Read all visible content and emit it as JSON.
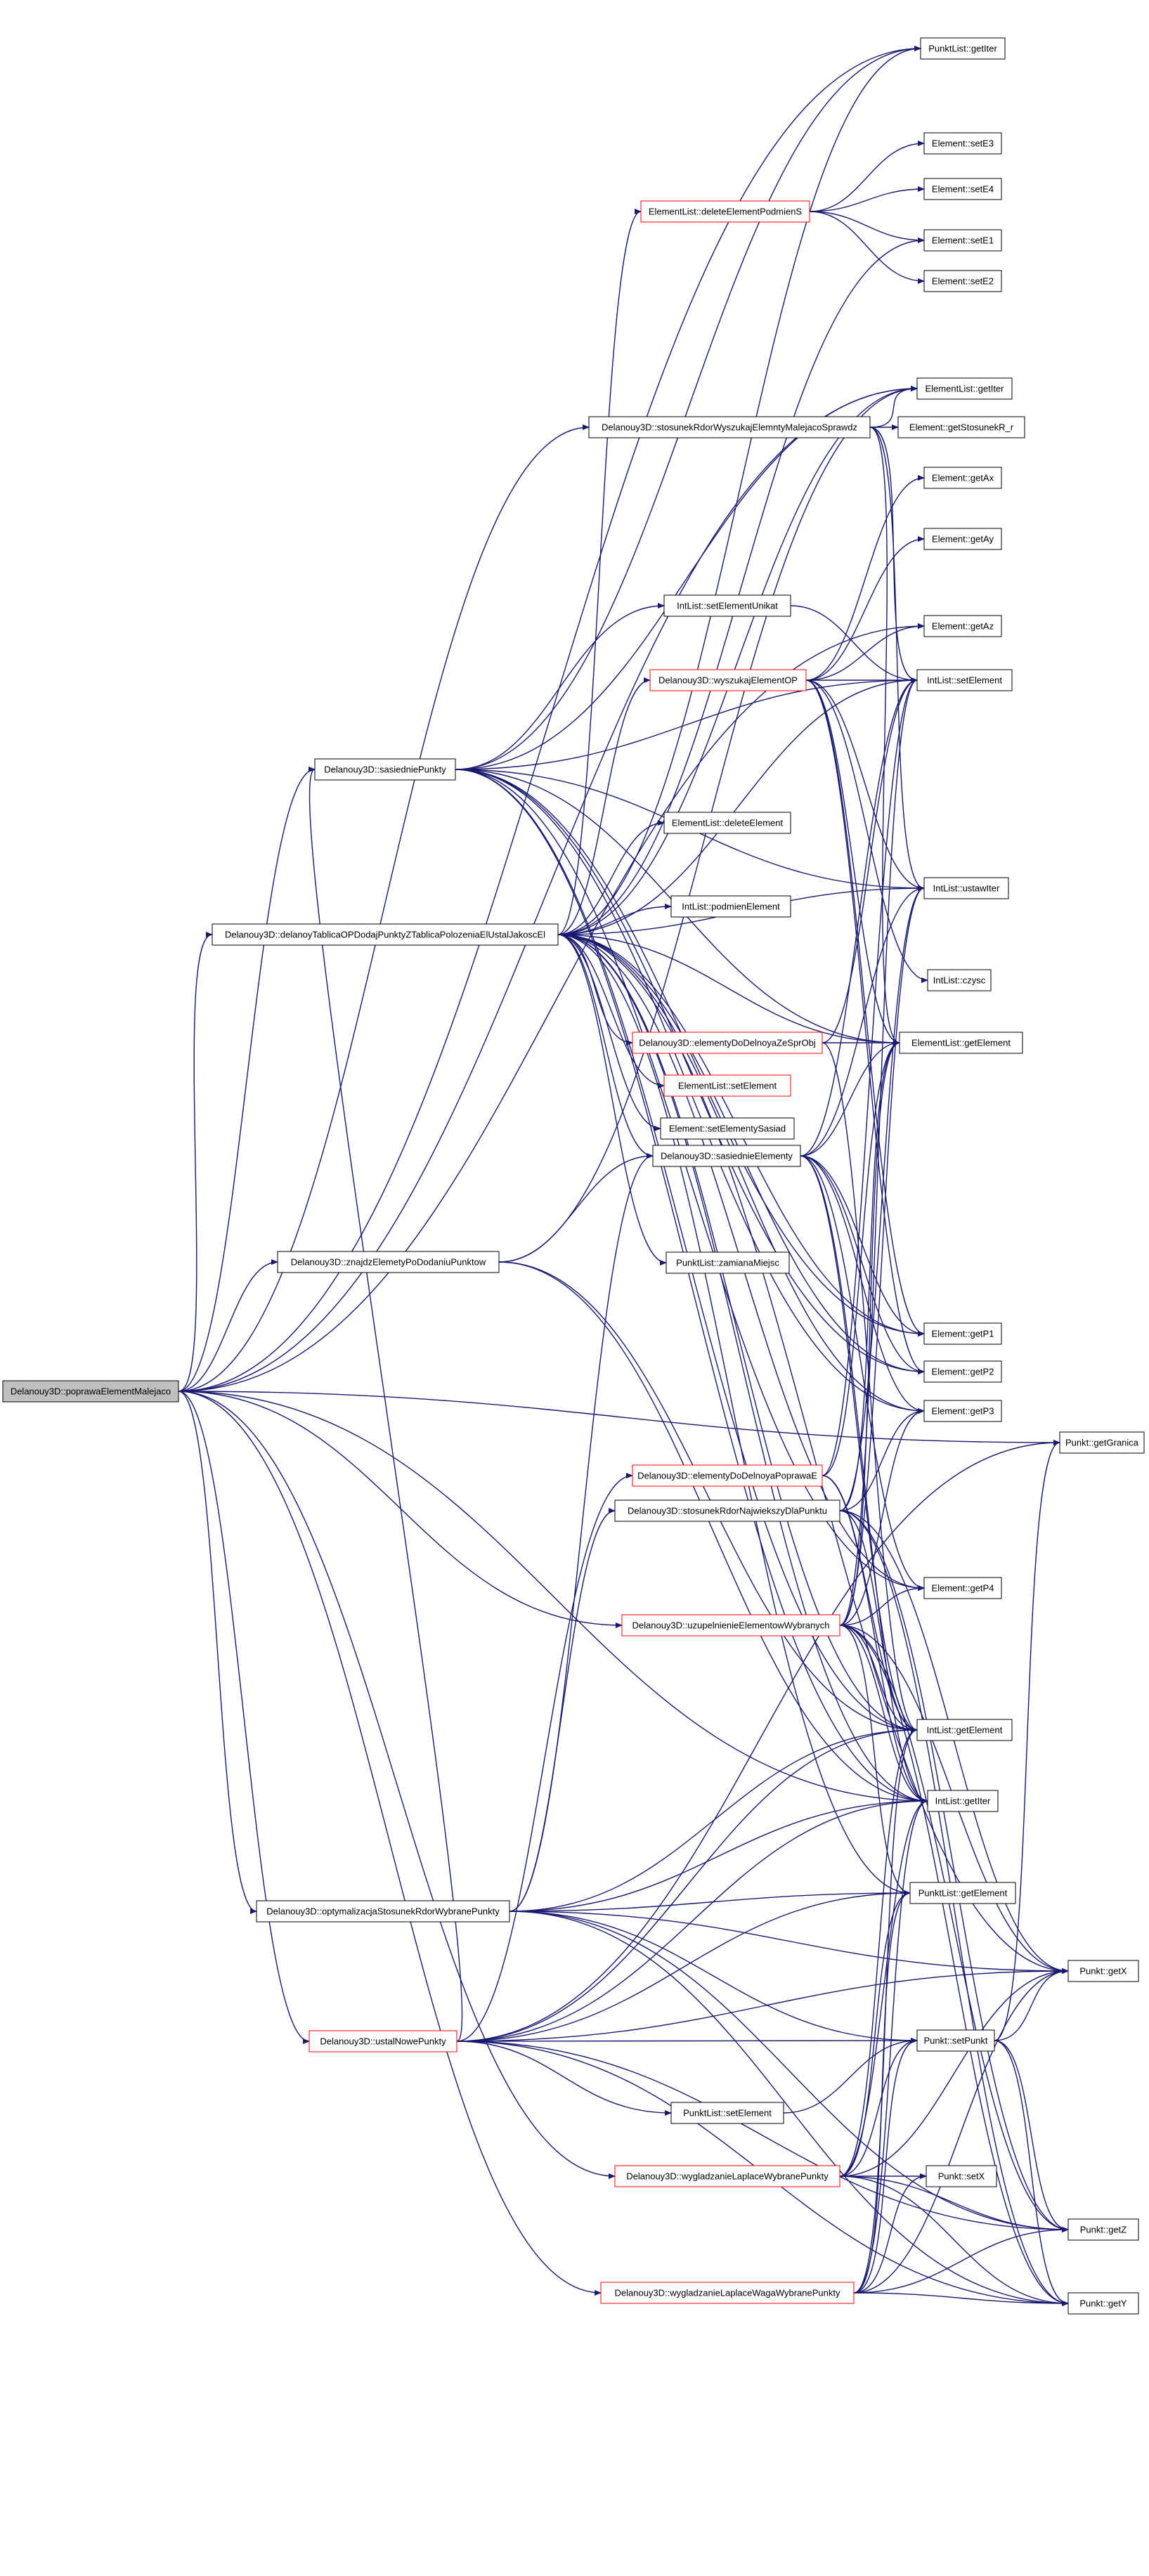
{
  "nodes": [
    {
      "id": "root",
      "label": "Delanouy3D::poprawaElementMalejaco",
      "root": true
    },
    {
      "id": "PunktList_getIter",
      "label": "PunktList::getIter"
    },
    {
      "id": "Element_setE3",
      "label": "Element::setE3"
    },
    {
      "id": "Element_setE4",
      "label": "Element::setE4"
    },
    {
      "id": "ElementList_deleteElementPodmienS",
      "label": "ElementList::deleteElementPodmienS",
      "red": true
    },
    {
      "id": "Element_setE1",
      "label": "Element::setE1"
    },
    {
      "id": "Element_setE2",
      "label": "Element::setE2"
    },
    {
      "id": "ElementList_getIter",
      "label": "ElementList::getIter"
    },
    {
      "id": "D_stosunekRdorWyszukajElemntyMalejacoSprawdz",
      "label": "Delanouy3D::stosunekRdorWyszukajElemntyMalejacoSprawdz"
    },
    {
      "id": "Element_getStosunekR_r",
      "label": "Element::getStosunekR_r"
    },
    {
      "id": "Element_getAx",
      "label": "Element::getAx"
    },
    {
      "id": "Element_getAy",
      "label": "Element::getAy"
    },
    {
      "id": "IntList_setElementUnikat",
      "label": "IntList::setElementUnikat"
    },
    {
      "id": "Element_getAz",
      "label": "Element::getAz"
    },
    {
      "id": "D_wyszukajElementOP",
      "label": "Delanouy3D::wyszukajElementOP",
      "red": true
    },
    {
      "id": "IntList_setElement",
      "label": "IntList::setElement"
    },
    {
      "id": "D_sasiedniePunkty",
      "label": "Delanouy3D::sasiedniePunkty"
    },
    {
      "id": "ElementList_deleteElement",
      "label": "ElementList::deleteElement"
    },
    {
      "id": "IntList_ustawIter",
      "label": "IntList::ustawIter"
    },
    {
      "id": "D_delanoyTablicaOPDodajPunktyZTablicaPolozeniaElUstalJakoscEl",
      "label": "Delanouy3D::delanoyTablicaOPDodajPunktyZTablicaPolozeniaElUstalJakoscEl"
    },
    {
      "id": "IntList_podmienElement",
      "label": "IntList::podmienElement"
    },
    {
      "id": "IntList_czysc",
      "label": "IntList::czysc"
    },
    {
      "id": "D_elementyDoDelnoyaZeSprObj",
      "label": "Delanouy3D::elementyDoDelnoyaZeSprObj",
      "red": true
    },
    {
      "id": "ElementList_getElement",
      "label": "ElementList::getElement"
    },
    {
      "id": "ElementList_setElement",
      "label": "ElementList::setElement",
      "red": true
    },
    {
      "id": "Element_setElementySasiad",
      "label": "Element::setElementySasiad"
    },
    {
      "id": "D_sasiednieElementy",
      "label": "Delanouy3D::sasiednieElementy"
    },
    {
      "id": "D_znajdzElemetyPoDodaniuPunktow",
      "label": "Delanouy3D::znajdzElemetyPoDodaniuPunktow"
    },
    {
      "id": "PunktList_zamianaMiejsc",
      "label": "PunktList::zamianaMiejsc"
    },
    {
      "id": "Element_getP1",
      "label": "Element::getP1"
    },
    {
      "id": "Element_getP2",
      "label": "Element::getP2"
    },
    {
      "id": "Element_getP3",
      "label": "Element::getP3"
    },
    {
      "id": "Punkt_getGranica",
      "label": "Punkt::getGranica"
    },
    {
      "id": "D_elementyDoDelnoyaPoprawaE",
      "label": "Delanouy3D::elementyDoDelnoyaPoprawaE",
      "red": true
    },
    {
      "id": "D_stosunekRdorNajwiekszyDlaPunktu",
      "label": "Delanouy3D::stosunekRdorNajwiekszyDlaPunktu"
    },
    {
      "id": "Element_getP4",
      "label": "Element::getP4"
    },
    {
      "id": "D_uzupelnienieElementowWybranych",
      "label": "Delanouy3D::uzupelnienieElementowWybranych",
      "red": true
    },
    {
      "id": "IntList_getElement",
      "label": "IntList::getElement"
    },
    {
      "id": "IntList_getIter",
      "label": "IntList::getIter"
    },
    {
      "id": "PunktList_getElement",
      "label": "PunktList::getElement"
    },
    {
      "id": "D_optymalizacjaStosunekRdorWybranePunkty",
      "label": "Delanouy3D::optymalizacjaStosunekRdorWybranePunkty"
    },
    {
      "id": "Punkt_getX",
      "label": "Punkt::getX"
    },
    {
      "id": "D_ustalNowePunkty",
      "label": "Delanouy3D::ustalNowePunkty",
      "red": true
    },
    {
      "id": "Punkt_setPunkt",
      "label": "Punkt::setPunkt"
    },
    {
      "id": "PunktList_setElement",
      "label": "PunktList::setElement"
    },
    {
      "id": "D_wygladzanieLaplaceWybranePunkty",
      "label": "Delanouy3D::wygladzanieLaplaceWybranePunkty",
      "red": true
    },
    {
      "id": "Punkt_setX",
      "label": "Punkt::setX"
    },
    {
      "id": "Punkt_getZ",
      "label": "Punkt::getZ"
    },
    {
      "id": "D_wygladzanieLaplaceWagaWybranePunkty",
      "label": "Delanouy3D::wygladzanieLaplaceWagaWybranePunkty",
      "red": true
    },
    {
      "id": "Punkt_getY",
      "label": "Punkt::getY"
    }
  ],
  "edges": [
    [
      "root",
      "PunktList_getIter"
    ],
    [
      "root",
      "ElementList_getIter"
    ],
    [
      "root",
      "D_stosunekRdorWyszukajElemntyMalejacoSprawdz"
    ],
    [
      "root",
      "Element_getAz"
    ],
    [
      "root",
      "D_sasiedniePunkty"
    ],
    [
      "root",
      "D_delanoyTablicaOPDodajPunktyZTablicaPolozeniaElUstalJakoscEl"
    ],
    [
      "root",
      "D_znajdzElemetyPoDodaniuPunktow"
    ],
    [
      "root",
      "Punkt_getGranica"
    ],
    [
      "root",
      "D_uzupelnienieElementowWybranych"
    ],
    [
      "root",
      "IntList_getIter"
    ],
    [
      "root",
      "D_optymalizacjaStosunekRdorWybranePunkty"
    ],
    [
      "root",
      "D_ustalNowePunkty"
    ],
    [
      "root",
      "D_wygladzanieLaplaceWybranePunkty"
    ],
    [
      "root",
      "D_wygladzanieLaplaceWagaWybranePunkty"
    ],
    [
      "ElementList_deleteElementPodmienS",
      "Element_setE3"
    ],
    [
      "ElementList_deleteElementPodmienS",
      "Element_setE4"
    ],
    [
      "ElementList_deleteElementPodmienS",
      "Element_setE1"
    ],
    [
      "ElementList_deleteElementPodmienS",
      "Element_setE2"
    ],
    [
      "D_stosunekRdorWyszukajElemntyMalejacoSprawdz",
      "ElementList_getIter"
    ],
    [
      "D_stosunekRdorWyszukajElemntyMalejacoSprawdz",
      "Element_getStosunekR_r"
    ],
    [
      "D_stosunekRdorWyszukajElemntyMalejacoSprawdz",
      "IntList_setElement"
    ],
    [
      "D_stosunekRdorWyszukajElemntyMalejacoSprawdz",
      "IntList_ustawIter"
    ],
    [
      "D_stosunekRdorWyszukajElemntyMalejacoSprawdz",
      "ElementList_getElement"
    ],
    [
      "IntList_setElementUnikat",
      "IntList_setElement"
    ],
    [
      "D_wyszukajElementOP",
      "Element_getAx"
    ],
    [
      "D_wyszukajElementOP",
      "Element_getAy"
    ],
    [
      "D_wyszukajElementOP",
      "Element_getAz"
    ],
    [
      "D_wyszukajElementOP",
      "IntList_setElement"
    ],
    [
      "D_wyszukajElementOP",
      "IntList_ustawIter"
    ],
    [
      "D_wyszukajElementOP",
      "IntList_czysc"
    ],
    [
      "D_wyszukajElementOP",
      "ElementList_getElement"
    ],
    [
      "D_wyszukajElementOP",
      "Element_getP1"
    ],
    [
      "D_wyszukajElementOP",
      "Element_getP2"
    ],
    [
      "D_sasiedniePunkty",
      "PunktList_getIter"
    ],
    [
      "D_sasiedniePunkty",
      "ElementList_getIter"
    ],
    [
      "D_sasiedniePunkty",
      "IntList_setElementUnikat"
    ],
    [
      "D_sasiedniePunkty",
      "IntList_setElement"
    ],
    [
      "D_sasiedniePunkty",
      "IntList_ustawIter"
    ],
    [
      "D_sasiedniePunkty",
      "ElementList_getElement"
    ],
    [
      "D_sasiedniePunkty",
      "Element_getP1"
    ],
    [
      "D_sasiedniePunkty",
      "Element_getP2"
    ],
    [
      "D_sasiedniePunkty",
      "Element_getP3"
    ],
    [
      "D_sasiedniePunkty",
      "Element_getP4"
    ],
    [
      "D_sasiedniePunkty",
      "IntList_getElement"
    ],
    [
      "D_sasiedniePunkty",
      "IntList_getIter"
    ],
    [
      "D_delanoyTablicaOPDodajPunktyZTablicaPolozeniaElUstalJakoscEl",
      "PunktList_getIter"
    ],
    [
      "D_delanoyTablicaOPDodajPunktyZTablicaPolozeniaElUstalJakoscEl",
      "ElementList_deleteElementPodmienS"
    ],
    [
      "D_delanoyTablicaOPDodajPunktyZTablicaPolozeniaElUstalJakoscEl",
      "Element_setE1"
    ],
    [
      "D_delanoyTablicaOPDodajPunktyZTablicaPolozeniaElUstalJakoscEl",
      "ElementList_getIter"
    ],
    [
      "D_delanoyTablicaOPDodajPunktyZTablicaPolozeniaElUstalJakoscEl",
      "D_wyszukajElementOP"
    ],
    [
      "D_delanoyTablicaOPDodajPunktyZTablicaPolozeniaElUstalJakoscEl",
      "IntList_setElement"
    ],
    [
      "D_delanoyTablicaOPDodajPunktyZTablicaPolozeniaElUstalJakoscEl",
      "ElementList_deleteElement"
    ],
    [
      "D_delanoyTablicaOPDodajPunktyZTablicaPolozeniaElUstalJakoscEl",
      "IntList_ustawIter"
    ],
    [
      "D_delanoyTablicaOPDodajPunktyZTablicaPolozeniaElUstalJakoscEl",
      "IntList_podmienElement"
    ],
    [
      "D_delanoyTablicaOPDodajPunktyZTablicaPolozeniaElUstalJakoscEl",
      "D_elementyDoDelnoyaZeSprObj"
    ],
    [
      "D_delanoyTablicaOPDodajPunktyZTablicaPolozeniaElUstalJakoscEl",
      "ElementList_getElement"
    ],
    [
      "D_delanoyTablicaOPDodajPunktyZTablicaPolozeniaElUstalJakoscEl",
      "ElementList_setElement"
    ],
    [
      "D_delanoyTablicaOPDodajPunktyZTablicaPolozeniaElUstalJakoscEl",
      "Element_setElementySasiad"
    ],
    [
      "D_delanoyTablicaOPDodajPunktyZTablicaPolozeniaElUstalJakoscEl",
      "D_sasiednieElementy"
    ],
    [
      "D_delanoyTablicaOPDodajPunktyZTablicaPolozeniaElUstalJakoscEl",
      "PunktList_zamianaMiejsc"
    ],
    [
      "D_delanoyTablicaOPDodajPunktyZTablicaPolozeniaElUstalJakoscEl",
      "Element_getP1"
    ],
    [
      "D_delanoyTablicaOPDodajPunktyZTablicaPolozeniaElUstalJakoscEl",
      "Element_getP2"
    ],
    [
      "D_delanoyTablicaOPDodajPunktyZTablicaPolozeniaElUstalJakoscEl",
      "Element_getP3"
    ],
    [
      "D_delanoyTablicaOPDodajPunktyZTablicaPolozeniaElUstalJakoscEl",
      "Element_getP4"
    ],
    [
      "D_delanoyTablicaOPDodajPunktyZTablicaPolozeniaElUstalJakoscEl",
      "IntList_getElement"
    ],
    [
      "D_delanoyTablicaOPDodajPunktyZTablicaPolozeniaElUstalJakoscEl",
      "IntList_getIter"
    ],
    [
      "D_delanoyTablicaOPDodajPunktyZTablicaPolozeniaElUstalJakoscEl",
      "PunktList_getElement"
    ],
    [
      "D_delanoyTablicaOPDodajPunktyZTablicaPolozeniaElUstalJakoscEl",
      "Punkt_getX"
    ],
    [
      "D_elementyDoDelnoyaZeSprObj",
      "IntList_setElement"
    ],
    [
      "D_elementyDoDelnoyaZeSprObj",
      "ElementList_getElement"
    ],
    [
      "D_elementyDoDelnoyaZeSprObj",
      "IntList_getElement"
    ],
    [
      "D_sasiednieElementy",
      "IntList_setElement"
    ],
    [
      "D_sasiednieElementy",
      "IntList_ustawIter"
    ],
    [
      "D_sasiednieElementy",
      "ElementList_getElement"
    ],
    [
      "D_sasiednieElementy",
      "Element_getP1"
    ],
    [
      "D_sasiednieElementy",
      "Element_getP2"
    ],
    [
      "D_sasiednieElementy",
      "Element_getP3"
    ],
    [
      "D_sasiednieElementy",
      "Element_getP4"
    ],
    [
      "D_sasiednieElementy",
      "IntList_getElement"
    ],
    [
      "D_sasiednieElementy",
      "IntList_getIter"
    ],
    [
      "D_znajdzElemetyPoDodaniuPunktow",
      "ElementList_getIter"
    ],
    [
      "D_znajdzElemetyPoDodaniuPunktow",
      "D_sasiednieElementy"
    ],
    [
      "D_znajdzElemetyPoDodaniuPunktow",
      "IntList_getElement"
    ],
    [
      "D_znajdzElemetyPoDodaniuPunktow",
      "IntList_getIter"
    ],
    [
      "D_elementyDoDelnoyaPoprawaE",
      "IntList_setElement"
    ],
    [
      "D_elementyDoDelnoyaPoprawaE",
      "ElementList_getElement"
    ],
    [
      "D_elementyDoDelnoyaPoprawaE",
      "IntList_getElement"
    ],
    [
      "D_elementyDoDelnoyaPoprawaE",
      "IntList_getIter"
    ],
    [
      "D_stosunekRdorNajwiekszyDlaPunktu",
      "IntList_ustawIter"
    ],
    [
      "D_stosunekRdorNajwiekszyDlaPunktu",
      "ElementList_getElement"
    ],
    [
      "D_stosunekRdorNajwiekszyDlaPunktu",
      "Element_getP3"
    ],
    [
      "D_stosunekRdorNajwiekszyDlaPunktu",
      "IntList_getElement"
    ],
    [
      "D_stosunekRdorNajwiekszyDlaPunktu",
      "Punkt_getX"
    ],
    [
      "D_stosunekRdorNajwiekszyDlaPunktu",
      "Punkt_getZ"
    ],
    [
      "D_stosunekRdorNajwiekszyDlaPunktu",
      "Punkt_getY"
    ],
    [
      "D_uzupelnienieElementowWybranych",
      "IntList_setElement"
    ],
    [
      "D_uzupelnienieElementowWybranych",
      "IntList_ustawIter"
    ],
    [
      "D_uzupelnienieElementowWybranych",
      "ElementList_getElement"
    ],
    [
      "D_uzupelnienieElementowWybranych",
      "Element_getP3"
    ],
    [
      "D_uzupelnienieElementowWybranych",
      "Element_getP4"
    ],
    [
      "D_uzupelnienieElementowWybranych",
      "IntList_getElement"
    ],
    [
      "D_uzupelnienieElementowWybranych",
      "IntList_getIter"
    ],
    [
      "D_uzupelnienieElementowWybranych",
      "PunktList_getElement"
    ],
    [
      "D_uzupelnienieElementowWybranych",
      "Punkt_getX"
    ],
    [
      "D_uzupelnienieElementowWybranych",
      "Punkt_getZ"
    ],
    [
      "D_uzupelnienieElementowWybranych",
      "Punkt_getY"
    ],
    [
      "D_optymalizacjaStosunekRdorWybranePunkty",
      "D_sasiednieElementy"
    ],
    [
      "D_optymalizacjaStosunekRdorWybranePunkty",
      "D_stosunekRdorNajwiekszyDlaPunktu"
    ],
    [
      "D_optymalizacjaStosunekRdorWybranePunkty",
      "IntList_getElement"
    ],
    [
      "D_optymalizacjaStosunekRdorWybranePunkty",
      "IntList_getIter"
    ],
    [
      "D_optymalizacjaStosunekRdorWybranePunkty",
      "PunktList_getElement"
    ],
    [
      "D_optymalizacjaStosunekRdorWybranePunkty",
      "Punkt_getX"
    ],
    [
      "D_optymalizacjaStosunekRdorWybranePunkty",
      "Punkt_setPunkt"
    ],
    [
      "D_optymalizacjaStosunekRdorWybranePunkty",
      "Punkt_getZ"
    ],
    [
      "D_optymalizacjaStosunekRdorWybranePunkty",
      "Punkt_getY"
    ],
    [
      "D_ustalNowePunkty",
      "D_sasiedniePunkty"
    ],
    [
      "D_ustalNowePunkty",
      "D_elementyDoDelnoyaPoprawaE"
    ],
    [
      "D_ustalNowePunkty",
      "IntList_getElement"
    ],
    [
      "D_ustalNowePunkty",
      "IntList_getIter"
    ],
    [
      "D_ustalNowePunkty",
      "PunktList_getElement"
    ],
    [
      "D_ustalNowePunkty",
      "Punkt_getX"
    ],
    [
      "D_ustalNowePunkty",
      "Punkt_setPunkt"
    ],
    [
      "D_ustalNowePunkty",
      "PunktList_setElement"
    ],
    [
      "D_ustalNowePunkty",
      "Punkt_getGranica"
    ],
    [
      "D_ustalNowePunkty",
      "Punkt_getZ"
    ],
    [
      "D_ustalNowePunkty",
      "Punkt_getY"
    ],
    [
      "Punkt_setPunkt",
      "Punkt_getX"
    ],
    [
      "Punkt_setPunkt",
      "Punkt_getZ"
    ],
    [
      "Punkt_setPunkt",
      "Punkt_getY"
    ],
    [
      "Punkt_setPunkt",
      "Punkt_getGranica"
    ],
    [
      "PunktList_setElement",
      "Punkt_setPunkt"
    ],
    [
      "D_wygladzanieLaplaceWybranePunkty",
      "IntList_getElement"
    ],
    [
      "D_wygladzanieLaplaceWybranePunkty",
      "IntList_getIter"
    ],
    [
      "D_wygladzanieLaplaceWybranePunkty",
      "PunktList_getElement"
    ],
    [
      "D_wygladzanieLaplaceWybranePunkty",
      "Punkt_setPunkt"
    ],
    [
      "D_wygladzanieLaplaceWybranePunkty",
      "Punkt_setX"
    ],
    [
      "D_wygladzanieLaplaceWybranePunkty",
      "Punkt_getX"
    ],
    [
      "D_wygladzanieLaplaceWybranePunkty",
      "Punkt_getZ"
    ],
    [
      "D_wygladzanieLaplaceWybranePunkty",
      "Punkt_getY"
    ],
    [
      "D_wygladzanieLaplaceWagaWybranePunkty",
      "IntList_getElement"
    ],
    [
      "D_wygladzanieLaplaceWagaWybranePunkty",
      "IntList_getIter"
    ],
    [
      "D_wygladzanieLaplaceWagaWybranePunkty",
      "PunktList_getElement"
    ],
    [
      "D_wygladzanieLaplaceWagaWybranePunkty",
      "Punkt_setPunkt"
    ],
    [
      "D_wygladzanieLaplaceWagaWybranePunkty",
      "Punkt_setX"
    ],
    [
      "D_wygladzanieLaplaceWagaWybranePunkty",
      "Punkt_getX"
    ],
    [
      "D_wygladzanieLaplaceWagaWybranePunkty",
      "Punkt_getZ"
    ],
    [
      "D_wygladzanieLaplaceWagaWybranePunkty",
      "Punkt_getY"
    ]
  ]
}
